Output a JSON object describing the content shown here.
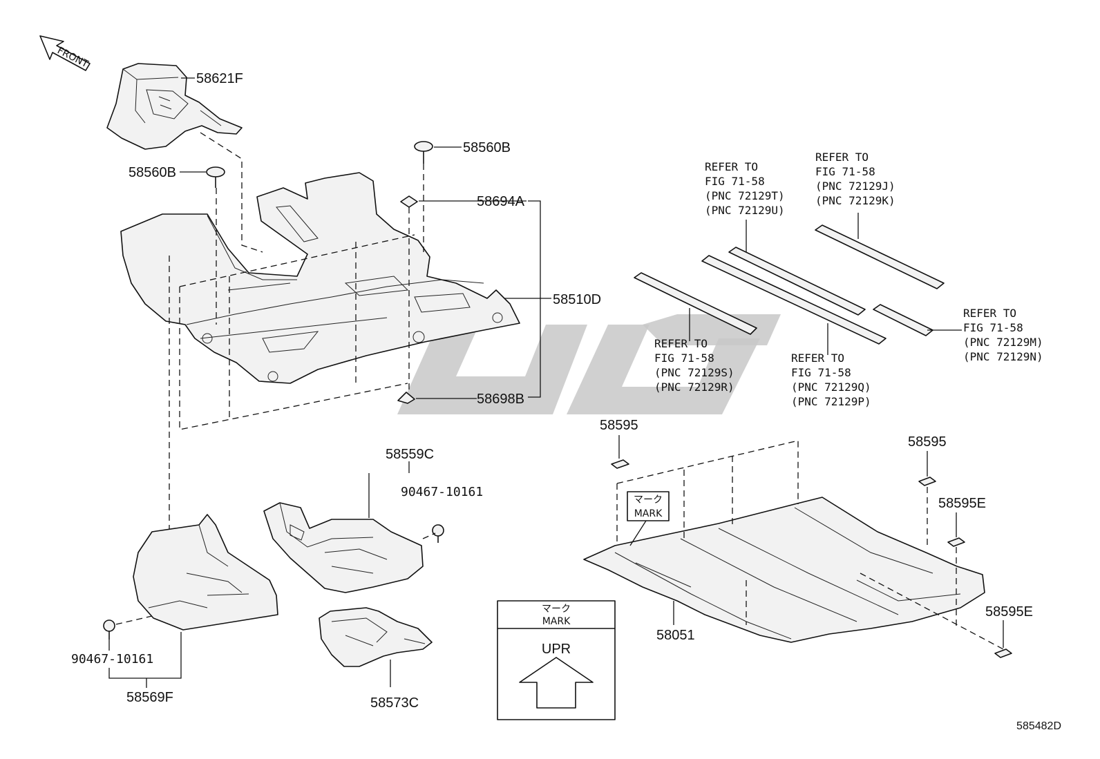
{
  "diagram": {
    "front_label": "FRONT",
    "parts": {
      "p58621F": "58621F",
      "p58560B_right": "58560B",
      "p58560B_left": "58560B",
      "p58694A": "58694A",
      "p58510D": "58510D",
      "p58698B": "58698B",
      "p58559C": "58559C",
      "p90467_upper": "90467-10161",
      "p90467_lower": "90467-10161",
      "p58569F": "58569F",
      "p58573C": "58573C",
      "p58595_left": "58595",
      "p58595_right": "58595",
      "p58595E_upper": "58595E",
      "p58595E_lower": "58595E",
      "p58051": "58051"
    },
    "refs": {
      "ref_TU": [
        "REFER TO",
        "FIG 71-58",
        "(PNC 72129T)",
        "(PNC 72129U)"
      ],
      "ref_JK": [
        "REFER TO",
        "FIG 71-58",
        "(PNC 72129J)",
        "(PNC 72129K)"
      ],
      "ref_SR": [
        "REFER TO",
        "FIG 71-58",
        "(PNC 72129S)",
        "(PNC 72129R)"
      ],
      "ref_QP": [
        "REFER TO",
        "FIG 71-58",
        "(PNC 72129Q)",
        "(PNC 72129P)"
      ],
      "ref_MN": [
        "REFER TO",
        "FIG 71-58",
        "(PNC 72129M)",
        "(PNC 72129N)"
      ]
    },
    "mark_tag": {
      "jp": "マーク",
      "en": "MARK"
    },
    "legend": {
      "jp": "マーク",
      "en": "MARK",
      "upr": "UPR"
    },
    "figure_code": "585482D"
  }
}
